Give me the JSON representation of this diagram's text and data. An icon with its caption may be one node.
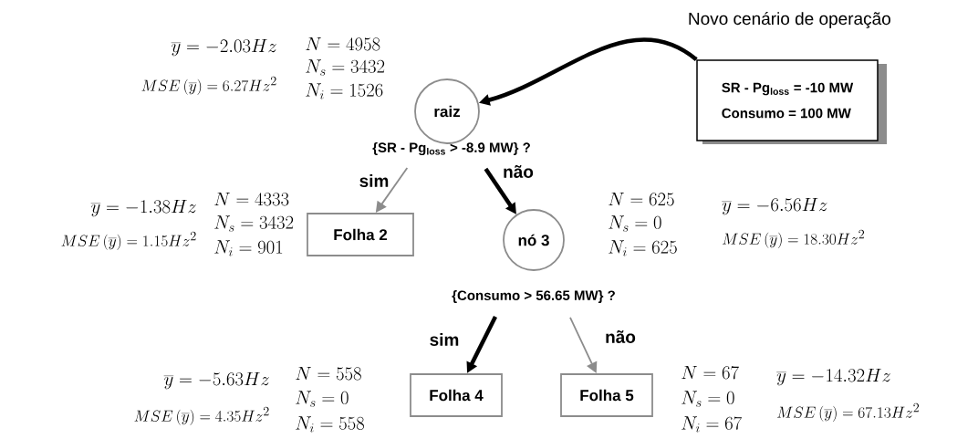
{
  "diagram": {
    "nodes": [
      {
        "text": [
          "raiz"
        ],
        "beside": [
          "\\overline{y} = -2.03 Hz",
          "MSE\\left(\\overline{y}\\right) = 6.27 Hz^{2}",
          "N = 4958",
          "N_{s} = 3432",
          "N_{i} = 1526"
        ]
      },
      {
        "text": [
          "Folha 2"
        ],
        "beside": [
          "\\overline{y} = -1.38 Hz",
          "MSE\\left(\\overline{y}\\right) = 1.15 Hz^{2}",
          "N = 4333",
          "N_{s} = 3432",
          "N_{i} = 901"
        ]
      },
      {
        "text": [
          "nó 3"
        ],
        "beside": [
          "\\overline{y} = -6.56 Hz",
          "MSE\\left(\\overline{y}\\right) = 18.30 Hz^{2}",
          "N = 625",
          "N_{s} = 0",
          "N_{i} = 625"
        ]
      },
      {
        "text": [
          "Folha 4"
        ],
        "beside": [
          "\\overline{y} = -5.63 Hz",
          "MSE\\left(\\overline{y}\\right) = 4.35 Hz^{2}",
          "N = 558",
          "N_{s} = 0",
          "N_{i} = 558"
        ]
      },
      {
        "text": [
          "Folha 5"
        ],
        "beside": [
          "\\overline{y} = -14.32 Hz",
          "MSE\\left(\\overline{y}\\right) = 67.13 Hz^{2}",
          "N = 67",
          "N_{s} = 0",
          "N_{i} = 67"
        ]
      },
      {
        "text": [
          "Novo cenário de operação",
          "SR - Pg$_{loss}$ = -10 MW",
          "Consumo = 100 MW"
        ]
      }
    ],
    "edges": [
      {
        "from": 0,
        "to": 1,
        "arrow": "to",
        "label": "sim",
        "color": "#8c8c8c"
      },
      {
        "from": 0,
        "to": 2,
        "arrow": "to",
        "label": "não"
      },
      {
        "from": 2,
        "to": 3,
        "arrow": "to",
        "label": "sim"
      },
      {
        "from": 2,
        "to": 4,
        "arrow": "to",
        "label": "não",
        "color": "#8c8c8c"
      },
      {
        "from": 5,
        "to": 0,
        "arrow": "to"
      }
    ],
    "labels": [
      "{SR - Pg$_{loss}$ > -8.9 MW} ?",
      "{Consumo > 56.65 MW} ?"
    ]
  }
}
